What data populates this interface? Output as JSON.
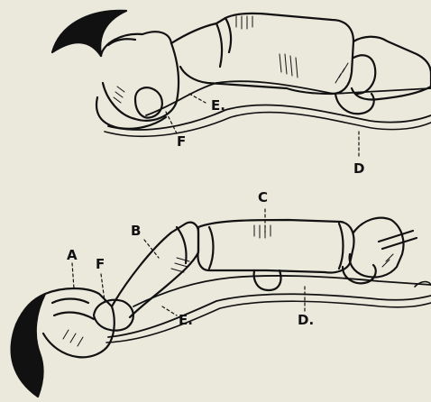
{
  "top_diagram": {
    "labels": {
      "E": "E.",
      "F": "F",
      "D": "D"
    }
  },
  "bottom_diagram": {
    "labels": {
      "A": "A",
      "B": "B",
      "C": "C",
      "F": "F",
      "E": "E.",
      "D": "D."
    }
  },
  "colors": {
    "ink": "#111111",
    "paper": "#ebe9dc"
  }
}
